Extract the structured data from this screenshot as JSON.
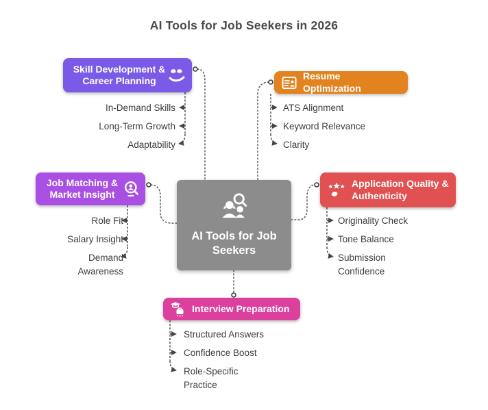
{
  "title": "AI Tools for Job Seekers in 2026",
  "center": {
    "label": "AI Tools for Job Seekers",
    "color": "#8C8C8C",
    "icon": "people-search-icon"
  },
  "branches": [
    {
      "id": "skill-development",
      "label": "Skill Development & Career Planning",
      "color": "#7A5AE6",
      "icon": "hand-skills-icon",
      "items": [
        "In-Demand Skills",
        "Long-Term Growth",
        "Adaptability"
      ]
    },
    {
      "id": "resume-optimization",
      "label": "Resume Optimization",
      "color": "#E2831F",
      "icon": "resume-card-icon",
      "items": [
        "ATS Alignment",
        "Keyword Relevance",
        "Clarity"
      ]
    },
    {
      "id": "job-matching",
      "label": "Job Matching & Market Insight",
      "color": "#AA4FE3",
      "icon": "person-search-icon",
      "items": [
        "Role Fit",
        "Salary Insight",
        "Demand Awareness"
      ]
    },
    {
      "id": "application-quality",
      "label": "Application Quality & Authenticity",
      "color": "#E15151",
      "icon": "quality-stars-icon",
      "items": [
        "Originality Check",
        "Tone Balance",
        "Submission Confidence"
      ]
    },
    {
      "id": "interview-preparation",
      "label": "Interview Preparation",
      "color": "#DC3F9E",
      "icon": "graduation-cap-icon",
      "items": [
        "Structured Answers",
        "Confidence Boost",
        "Role-Specific Practice"
      ]
    }
  ],
  "connector_color": "#4a4a4a"
}
